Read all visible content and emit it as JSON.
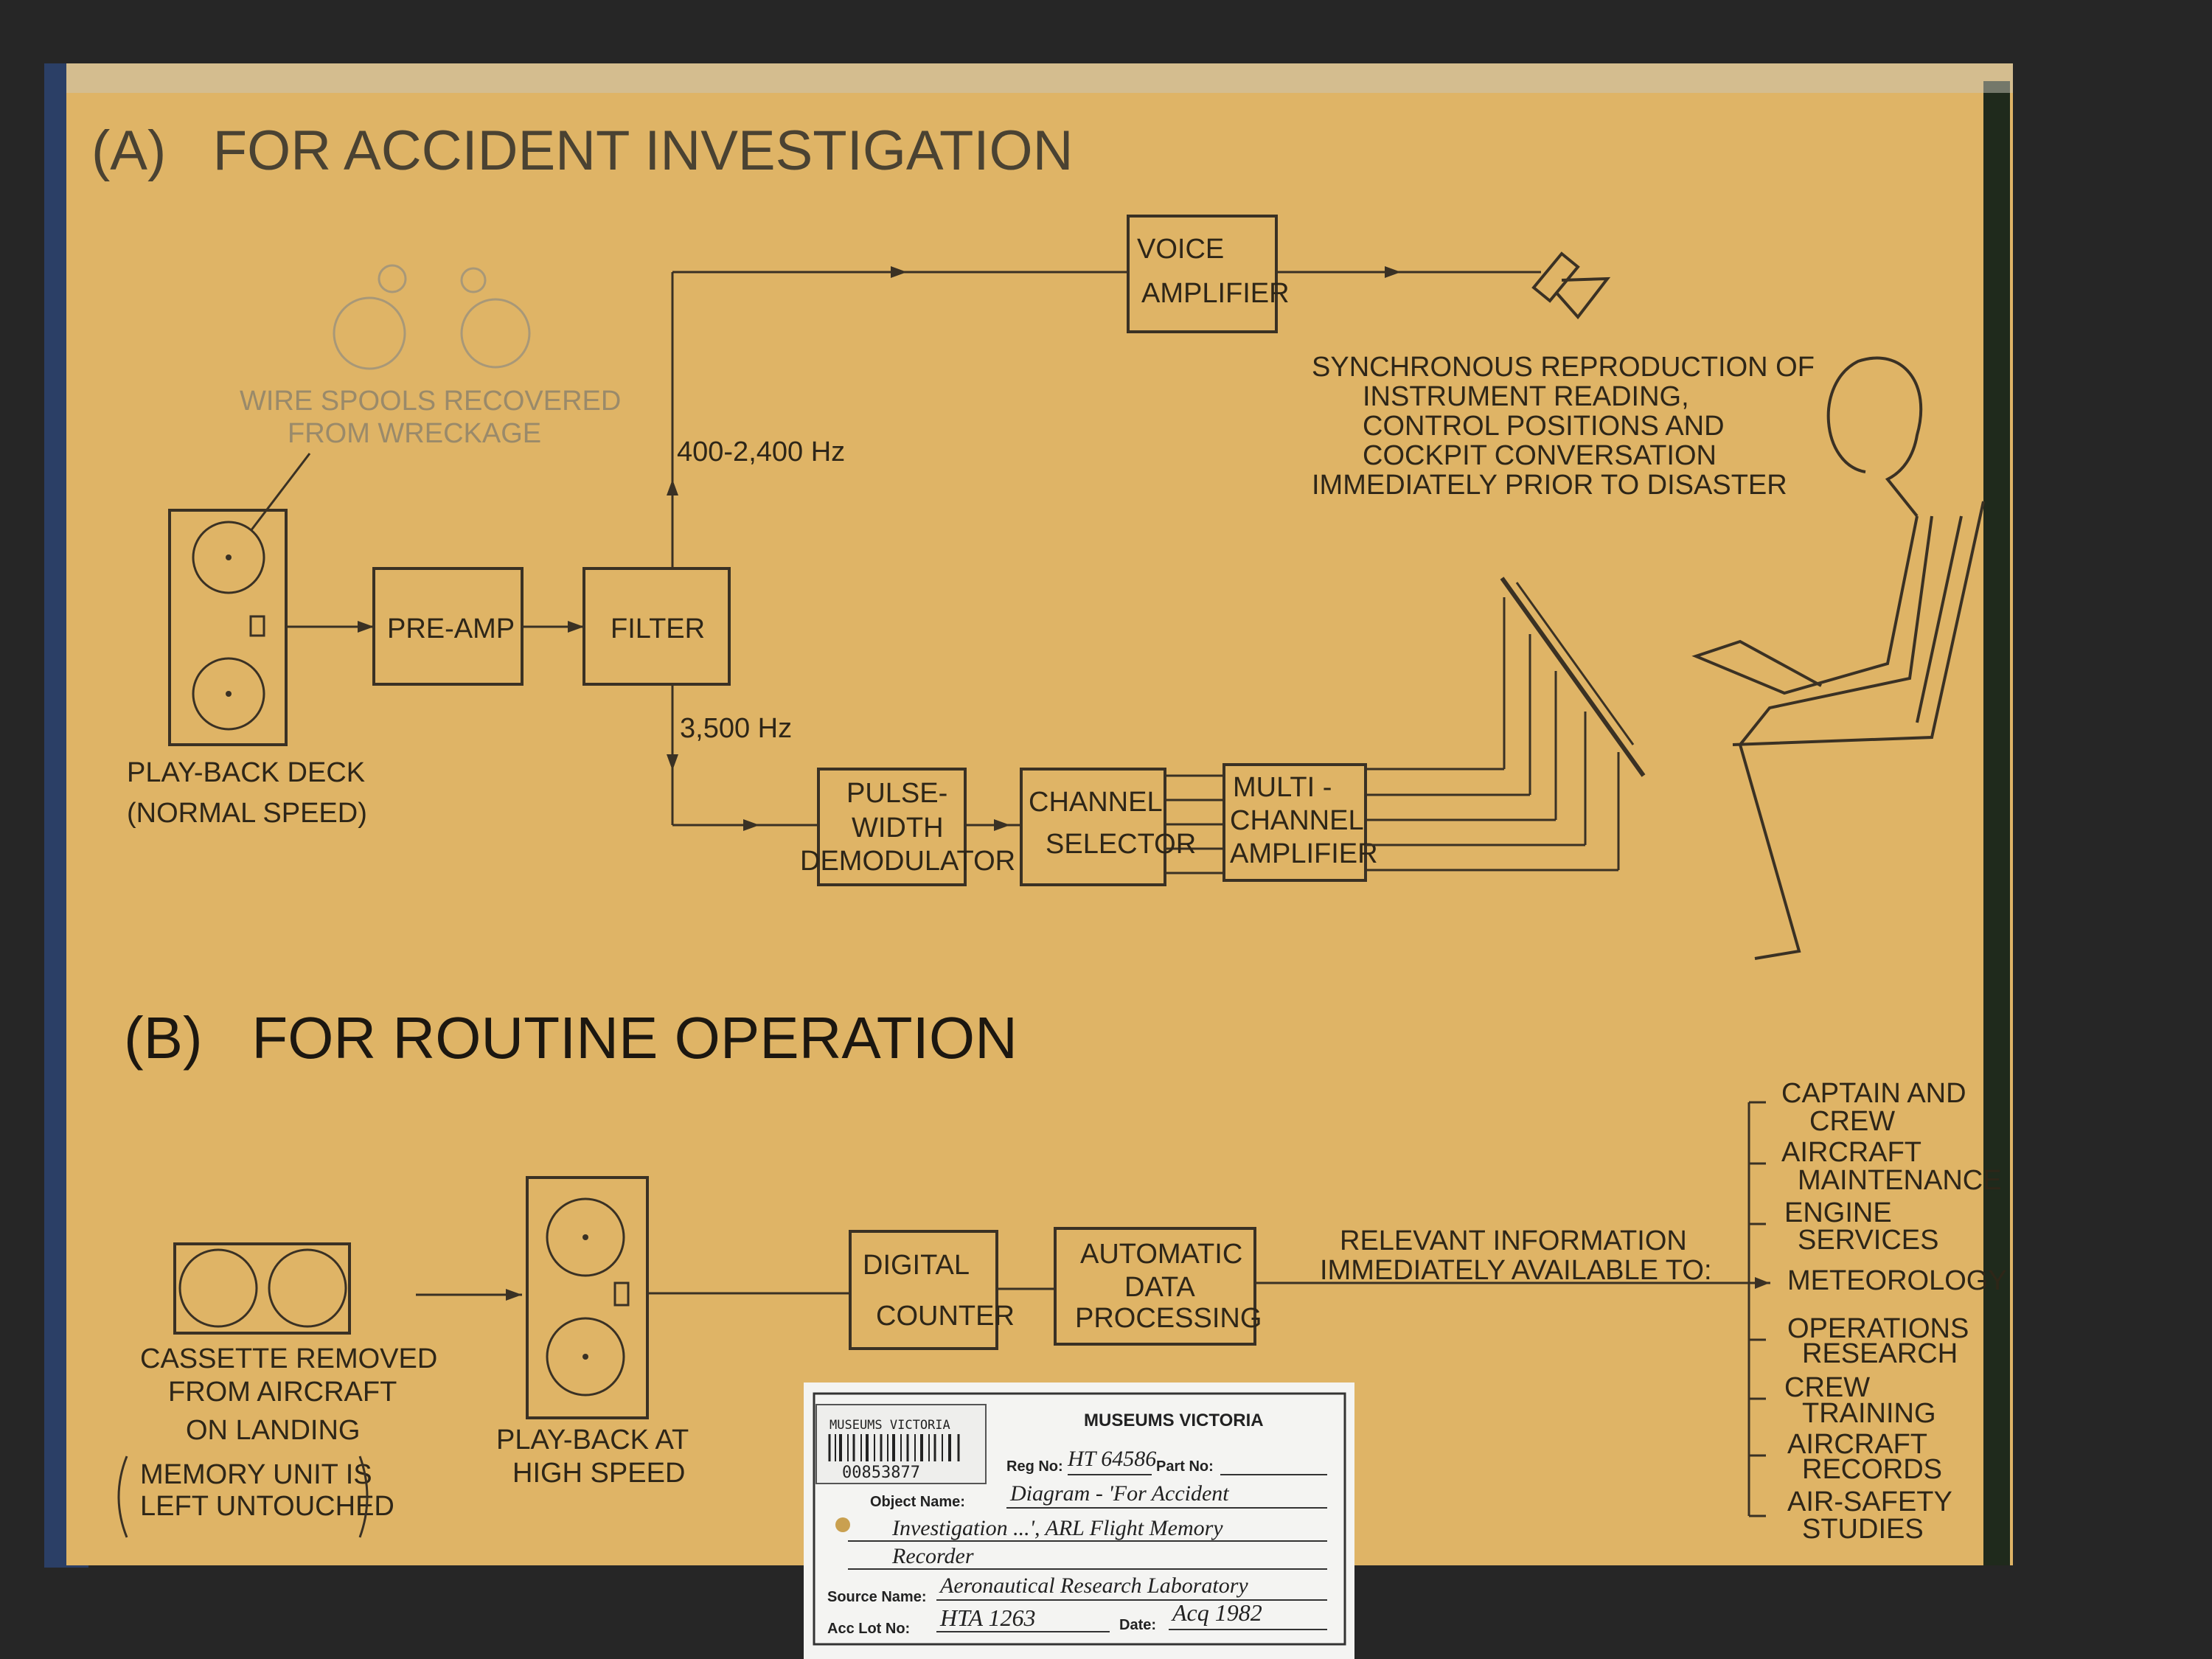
{
  "colors": {
    "board": "#dfb466",
    "background": "#262626",
    "ink": "#2e2618",
    "card": "#f4f4f2"
  },
  "section_a": {
    "title": "(A)   FOR ACCIDENT INVESTIGATION",
    "voice_amplifier": [
      "VOICE",
      "AMPLIFIER"
    ],
    "sync_text": [
      "SYNCHRONOUS REPRODUCTION OF",
      "INSTRUMENT READING,",
      "CONTROL POSITIONS AND",
      "COCKPIT CONVERSATION",
      "IMMEDIATELY PRIOR TO DISASTER"
    ],
    "wire_spools": [
      "WIRE SPOOLS  RECOVERED",
      "FROM WRECKAGE"
    ],
    "freq_high": "400-2,400 Hz",
    "freq_low": "3,500 Hz",
    "pre_amp": "PRE-AMP",
    "filter": "FILTER",
    "pulse_width": [
      "PULSE-",
      "WIDTH",
      "DEMODULATOR"
    ],
    "channel_selector": [
      "CHANNEL",
      "SELECTOR"
    ],
    "multi_channel": [
      "MULTI -",
      "CHANNEL",
      "AMPLIFIER"
    ],
    "playback_deck": [
      "PLAY-BACK DECK",
      "(NORMAL SPEED)"
    ]
  },
  "section_b": {
    "title": "(B)   FOR ROUTINE OPERATION",
    "cassette": [
      "CASSETTE REMOVED",
      "FROM AIRCRAFT",
      "ON LANDING",
      "MEMORY UNIT IS",
      "LEFT UNTOUCHED"
    ],
    "playback": [
      "PLAY-BACK AT",
      "HIGH SPEED"
    ],
    "digital_counter": [
      "DIGITAL",
      "COUNTER"
    ],
    "adp": [
      "AUTOMATIC",
      "DATA",
      "PROCESSING"
    ],
    "relevant": [
      "RELEVANT INFORMATION",
      "IMMEDIATELY AVAILABLE TO:"
    ],
    "recipients": [
      [
        "CAPTAIN AND",
        "CREW"
      ],
      [
        "AIRCRAFT",
        "MAINTENANCE"
      ],
      [
        "ENGINE",
        "SERVICES"
      ],
      [
        "METEOROLOGY"
      ],
      [
        "OPERATIONS",
        "RESEARCH"
      ],
      [
        "CREW",
        "TRAINING"
      ],
      [
        "AIRCRAFT",
        "RECORDS"
      ],
      [
        "AIR-SAFETY",
        "STUDIES"
      ]
    ]
  },
  "label_card": {
    "barcode_header": "MUSEUMS VICTORIA",
    "barcode_number": "00853877",
    "title": "MUSEUMS VICTORIA",
    "reg_no_label": "Reg No:",
    "reg_no": "HT 64586",
    "part_no_label": "Part No:",
    "object_name_label": "Object Name:",
    "object_name": [
      "Diagram - 'For Accident",
      "Investigation ...', ARL Flight Memory",
      "Recorder"
    ],
    "source_name_label": "Source Name:",
    "source_name": "Aeronautical Research Laboratory",
    "acc_lot_label": "Acc Lot No:",
    "acc_lot": "HTA 1263",
    "date_label": "Date:",
    "date": "Acq 1982"
  }
}
